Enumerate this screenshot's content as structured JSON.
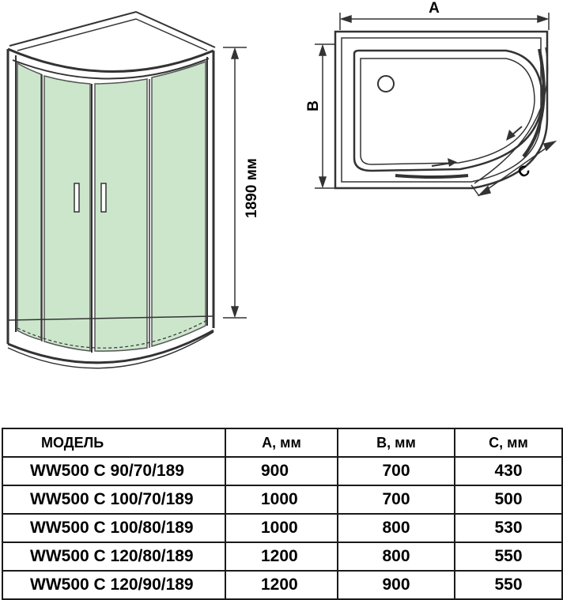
{
  "drawing": {
    "height_label": "1890 мм",
    "dim_a": "A",
    "dim_b": "B",
    "dim_c": "C",
    "glass_color": "#cce6cc",
    "frame_color": "#333333"
  },
  "table": {
    "headers": [
      "МОДЕЛЬ",
      "A, мм",
      "B, мм",
      "C, мм"
    ],
    "rows": [
      [
        "WW500 C 90/70/189",
        "900",
        "700",
        "430"
      ],
      [
        "WW500 C 100/70/189",
        "1000",
        "700",
        "500"
      ],
      [
        "WW500 C 100/80/189",
        "1000",
        "800",
        "530"
      ],
      [
        "WW500 C 120/80/189",
        "1200",
        "800",
        "550"
      ],
      [
        "WW500 C 120/90/189",
        "1200",
        "900",
        "550"
      ]
    ]
  }
}
